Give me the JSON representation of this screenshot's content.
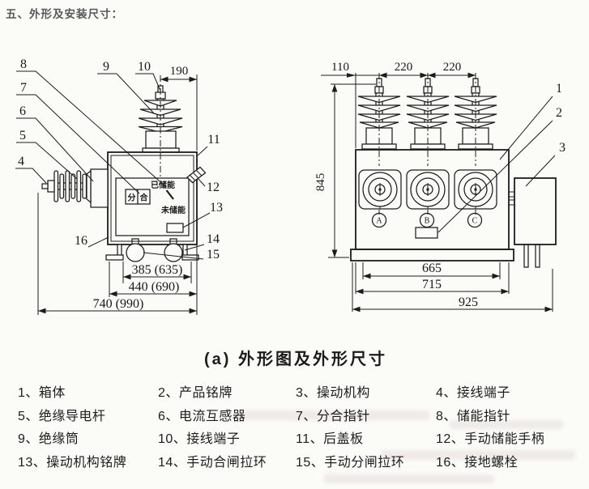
{
  "page": {
    "title": "五、外形及安装尺寸：",
    "caption": "(a)  外形图及外形尺寸"
  },
  "colors": {
    "ink": "#1c1c1c",
    "paper": "#fbfbf8",
    "title_ink": "#585858"
  },
  "left_drawing": {
    "dims": {
      "d190": "190",
      "d385": "385 (635)",
      "d440": "440 (690)",
      "d740": "740 (990)"
    },
    "labels": {
      "open": "分",
      "close": "合",
      "charged": "已储能",
      "uncharged": "未储能"
    },
    "callouts": {
      "n4": "4",
      "n5": "5",
      "n6": "6",
      "n7": "7",
      "n8": "8",
      "n9": "9",
      "n10": "10",
      "n11": "11",
      "n12": "12",
      "n13": "13",
      "n14": "14",
      "n15": "15",
      "n16": "16"
    }
  },
  "right_drawing": {
    "dims": {
      "d110": "110",
      "d220a": "220",
      "d220b": "220",
      "d845": "845",
      "d665": "665",
      "d715": "715",
      "d925": "925"
    },
    "phases": {
      "a": "A",
      "b": "B",
      "c": "C"
    },
    "callouts": {
      "n1": "1",
      "n2": "2",
      "n3": "3"
    }
  },
  "legend": {
    "rows": [
      [
        "1、箱体",
        "2、产品铭牌",
        "3、操动机构",
        "4、接线端子"
      ],
      [
        "5、绝缘导电杆",
        "6、电流互感器",
        "7、分合指针",
        "8、储能指针"
      ],
      [
        "9、绝缘筒",
        "10、接线端子",
        "11、后盖板",
        "12、手动储能手柄"
      ],
      [
        "13、操动机构铭牌",
        "14、手动合闸拉环",
        "15、手动分闸拉环",
        "16、接地螺栓"
      ]
    ]
  }
}
